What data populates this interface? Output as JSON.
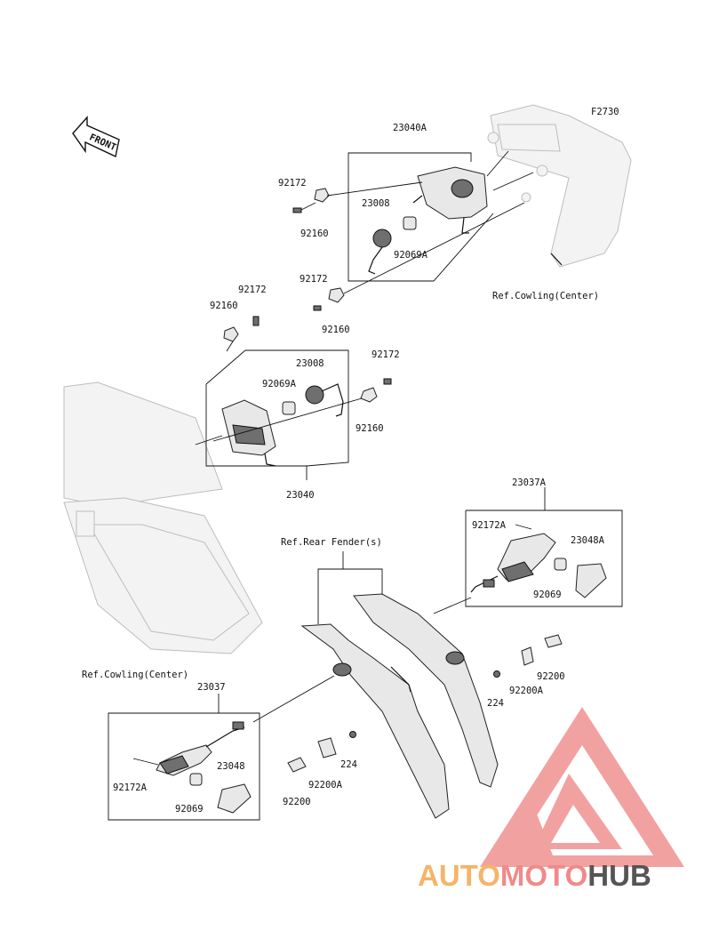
{
  "figure_code": "F2730",
  "front_badge": "FRONT",
  "labels": {
    "assy_23040A": "23040A",
    "p92172_a": "92172",
    "p92160_a": "92160",
    "p23008_a": "23008",
    "p92069A_a": "92069A",
    "p92172_b": "92172",
    "p92160_b": "92160",
    "ref_cowling_top": "Ref.Cowling(Center)",
    "p92172_c": "92172",
    "p92160_c": "92160",
    "p23008_b": "23008",
    "p92069A_b": "92069A",
    "p92172_d": "92172",
    "p92160_d": "92160",
    "assy_23040": "23040",
    "assy_23037A": "23037A",
    "p92172A_a": "92172A",
    "p23048A": "23048A",
    "p92069_a": "92069",
    "ref_rear_fender": "Ref.Rear Fender(s)",
    "ref_cowling_bottom": "Ref.Cowling(Center)",
    "assy_23037": "23037",
    "p92200_a": "92200",
    "p92200A_a": "92200A",
    "p224_a": "224",
    "p224_b": "224",
    "p92200A_b": "92200A",
    "p92200_b": "92200",
    "p92172A_b": "92172A",
    "p23048": "23048",
    "p92069_b": "92069"
  },
  "watermark": {
    "brand_part1": "AUTO",
    "brand_part2": "MOTO",
    "brand_part3": "HUB",
    "color_part1": "#f5b46a",
    "color_part2": "#f08a8a",
    "color_part3": "#555555"
  }
}
